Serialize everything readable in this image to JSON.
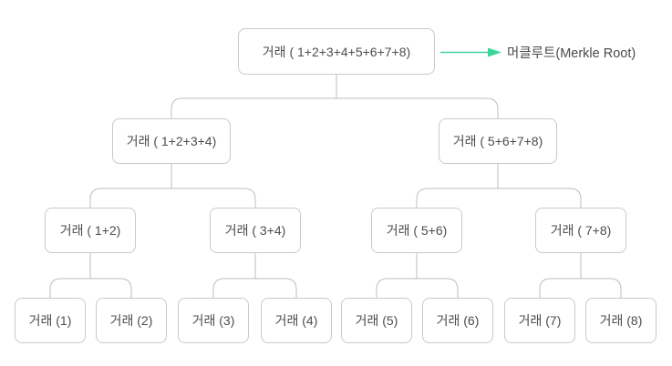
{
  "diagram": {
    "type": "merkle-tree",
    "background_color": "#ffffff",
    "colors": {
      "box_border": "#c9c9c9",
      "connector_line": "#bdbdbd",
      "text": "#4d4d4d",
      "accent_arrow_green": "#3ed598"
    },
    "annotation": {
      "merkle_root_label": "머클루트(Merkle Root)"
    },
    "tree": {
      "root": {
        "label": "거래 ( 1+2+3+4+5+6+7+8)"
      },
      "level2": [
        {
          "label": "거래 ( 1+2+3+4)"
        },
        {
          "label": "거래 ( 5+6+7+8)"
        }
      ],
      "level3": [
        {
          "label": "거래 ( 1+2)"
        },
        {
          "label": "거래 ( 3+4)"
        },
        {
          "label": "거래 ( 5+6)"
        },
        {
          "label": "거래 ( 7+8)"
        }
      ],
      "leaves": [
        {
          "label": "거래 (1)"
        },
        {
          "label": "거래 (2)"
        },
        {
          "label": "거래 (3)"
        },
        {
          "label": "거래 (4)"
        },
        {
          "label": "거래 (5)"
        },
        {
          "label": "거래 (6)"
        },
        {
          "label": "거래 (7)"
        },
        {
          "label": "거래 (8)"
        }
      ]
    }
  }
}
